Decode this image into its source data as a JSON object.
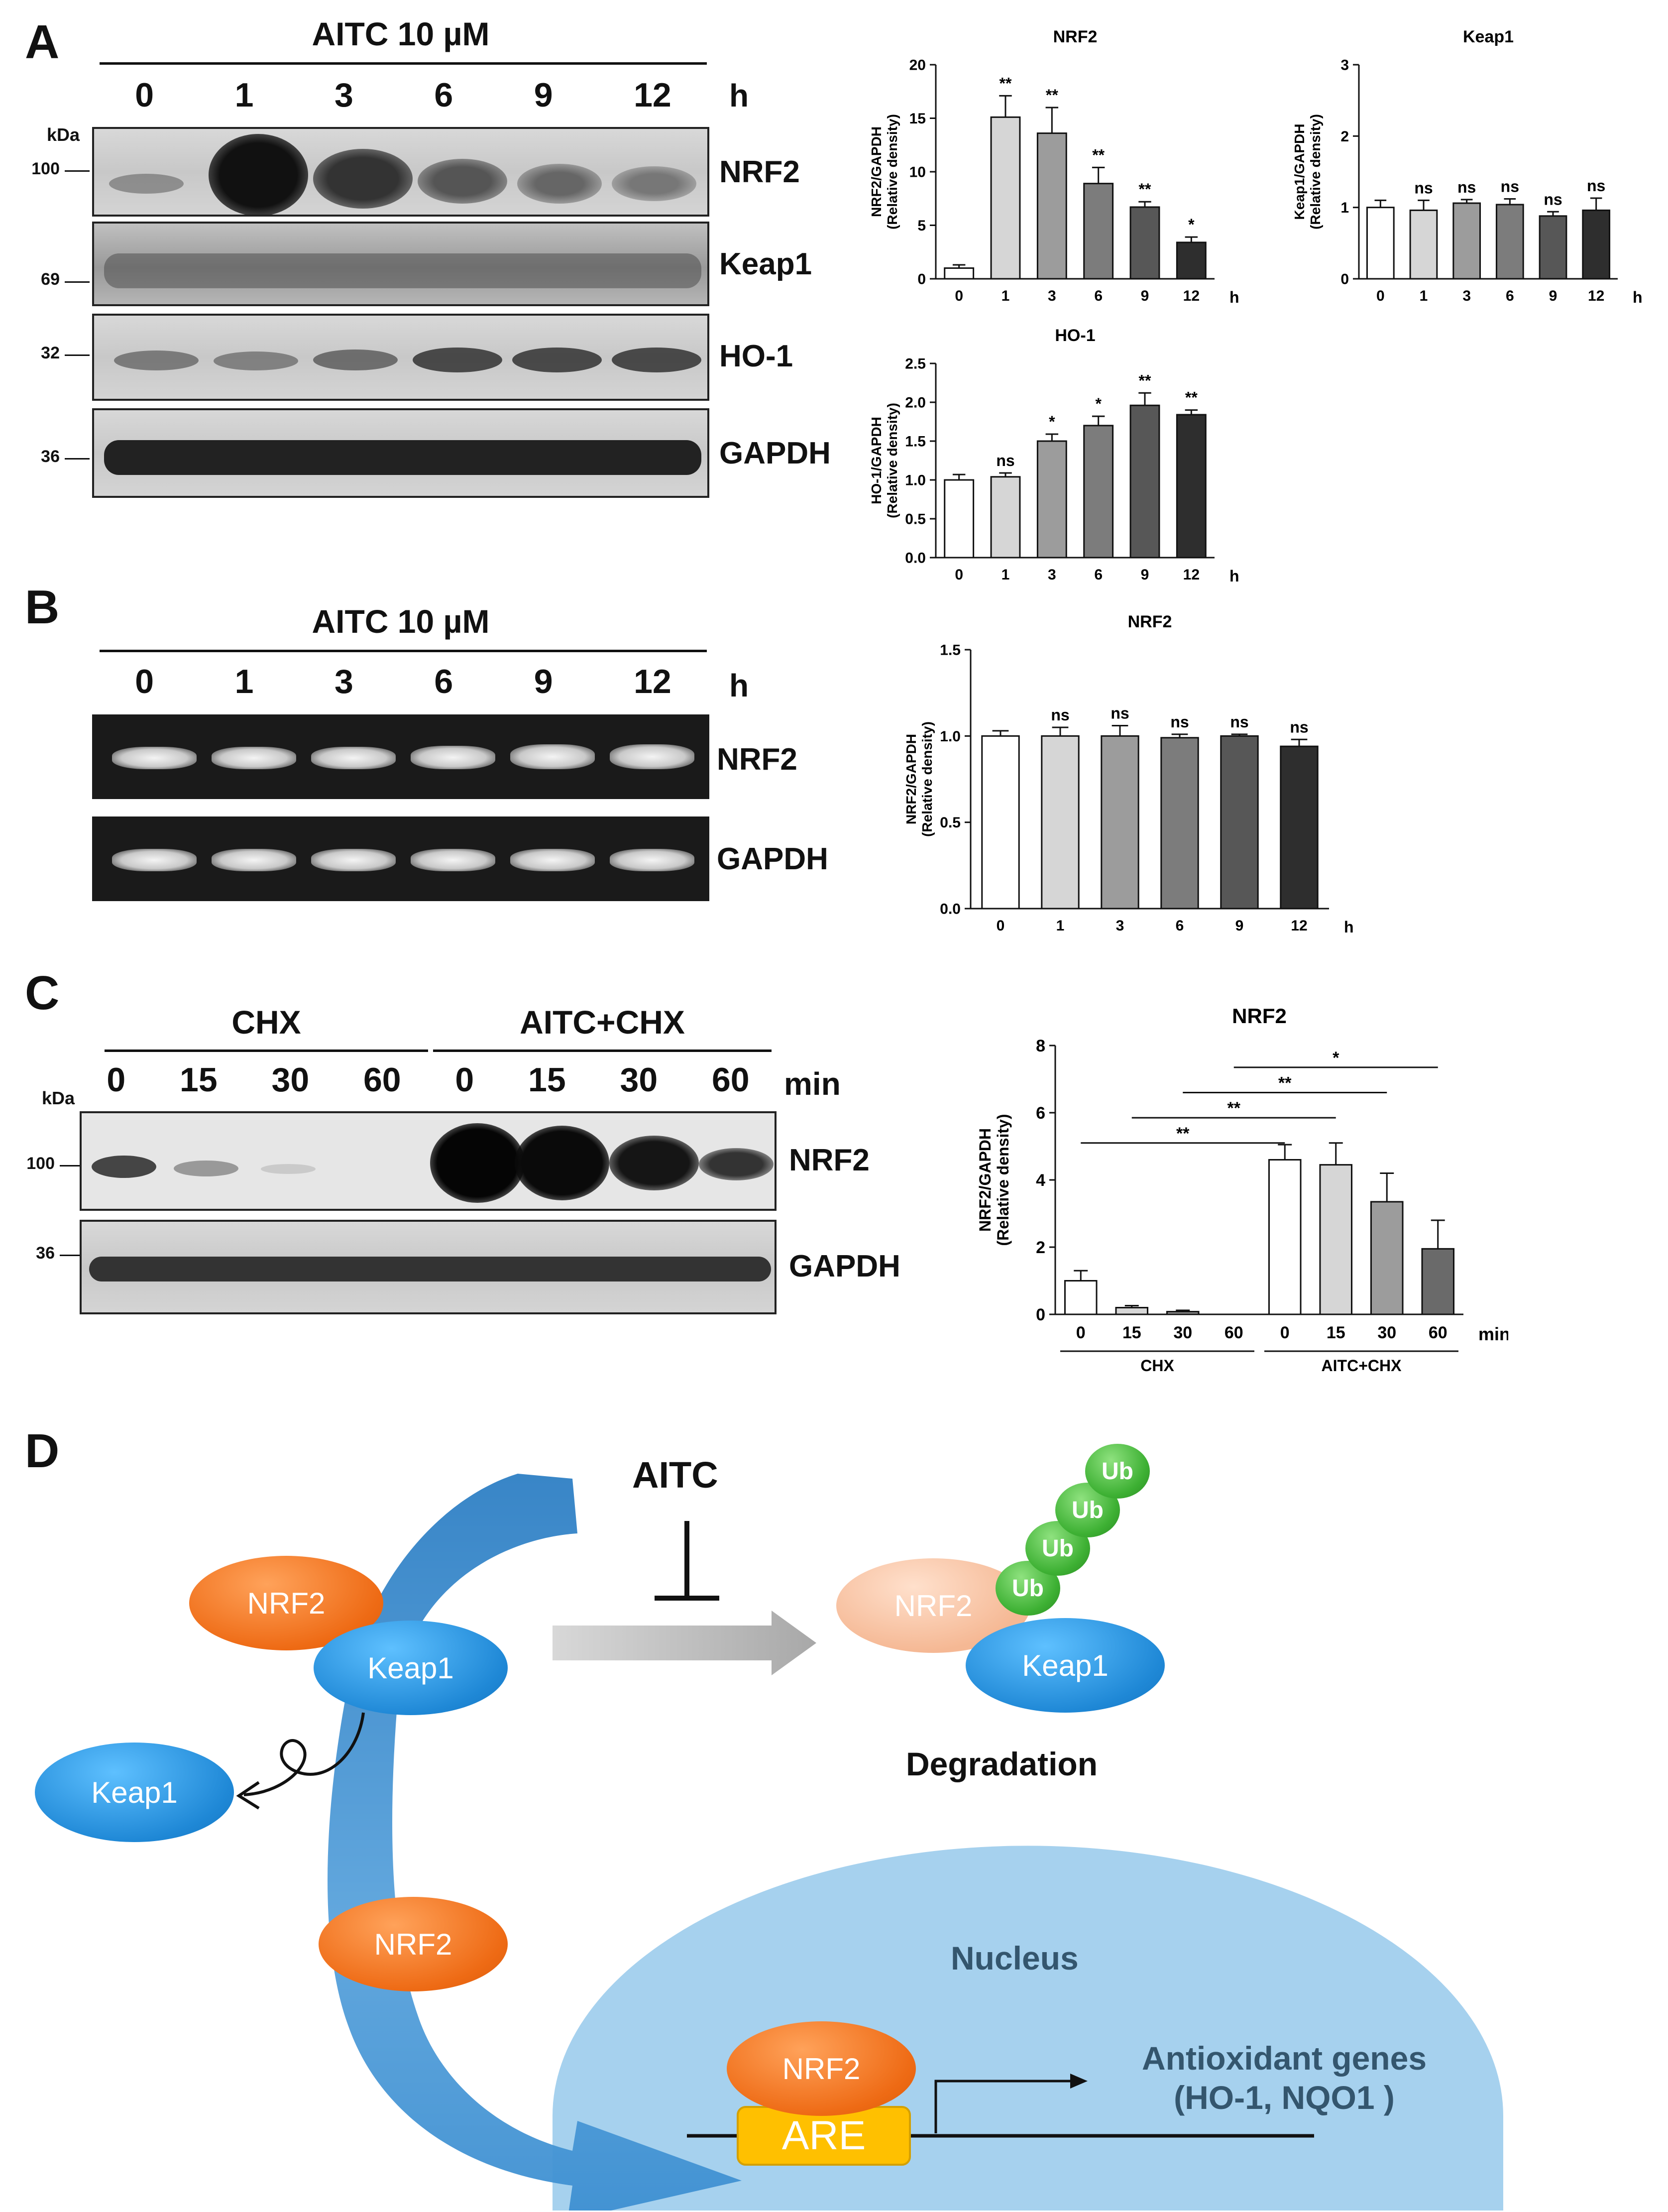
{
  "panels": {
    "a": "A",
    "b": "B",
    "c": "C",
    "d": "D"
  },
  "panel_a": {
    "title": "AITC 10 µM",
    "lanes": [
      "0",
      "1",
      "3",
      "6",
      "9",
      "12"
    ],
    "unit": "h",
    "kda": "kDa",
    "markers": [
      "100",
      "69",
      "32",
      "36"
    ],
    "blots": [
      "NRF2",
      "Keap1",
      "HO-1",
      "GAPDH"
    ]
  },
  "panel_b": {
    "title": "AITC 10 µM",
    "lanes": [
      "0",
      "1",
      "3",
      "6",
      "9",
      "12"
    ],
    "unit": "h",
    "gels": [
      "NRF2",
      "GAPDH"
    ]
  },
  "panel_c": {
    "group1": "CHX",
    "group2": "AITC+CHX",
    "lanes": [
      "0",
      "15",
      "30",
      "60",
      "0",
      "15",
      "30",
      "60"
    ],
    "unit": "min",
    "kda": "kDa",
    "markers": [
      "100",
      "36"
    ],
    "blots": [
      "NRF2",
      "GAPDH"
    ]
  },
  "panel_d": {
    "aitc": "AITC",
    "nrf2": "NRF2",
    "keap1": "Keap1",
    "ub": "Ub",
    "degradation": "Degradation",
    "nucleus": "Nucleus",
    "are": "ARE",
    "genes_line1": "Antioxidant genes",
    "genes_line2": "(HO-1, NQO1 )"
  },
  "chart_data": [
    {
      "type": "bar",
      "title": "NRF2",
      "ylabel": "NRF2/GAPDH (Relative density)",
      "xunit": "h",
      "categories": [
        "0",
        "1",
        "3",
        "6",
        "9",
        "12"
      ],
      "values": [
        1.0,
        15.1,
        13.6,
        8.9,
        6.7,
        3.4
      ],
      "errors": [
        0.3,
        2.0,
        2.4,
        1.5,
        0.5,
        0.5
      ],
      "significance": [
        "",
        "**",
        "**",
        "**",
        "**",
        "*"
      ],
      "ylim": [
        0,
        20
      ],
      "yticks": [
        "0",
        "5",
        "10",
        "15",
        "20"
      ],
      "colors": [
        "#ffffff",
        "#d6d6d6",
        "#9c9c9c",
        "#7c7c7c",
        "#575757",
        "#2e2e2e"
      ]
    },
    {
      "type": "bar",
      "title": "Keap1",
      "ylabel": "Keap1/GAPDH (Relative density)",
      "xunit": "h",
      "categories": [
        "0",
        "1",
        "3",
        "6",
        "9",
        "12"
      ],
      "values": [
        1.0,
        0.96,
        1.06,
        1.04,
        0.88,
        0.96
      ],
      "errors": [
        0.1,
        0.14,
        0.05,
        0.08,
        0.06,
        0.17
      ],
      "significance": [
        "",
        "ns",
        "ns",
        "ns",
        "ns",
        "ns"
      ],
      "ylim": [
        0,
        3
      ],
      "yticks": [
        "0",
        "1",
        "2",
        "3"
      ],
      "colors": [
        "#ffffff",
        "#d6d6d6",
        "#9c9c9c",
        "#7c7c7c",
        "#575757",
        "#2e2e2e"
      ]
    },
    {
      "type": "bar",
      "title": "HO-1",
      "ylabel": "HO-1/GAPDH (Relative density)",
      "xunit": "h",
      "categories": [
        "0",
        "1",
        "3",
        "6",
        "9",
        "12"
      ],
      "values": [
        1.0,
        1.04,
        1.5,
        1.7,
        1.96,
        1.84
      ],
      "errors": [
        0.07,
        0.05,
        0.09,
        0.12,
        0.16,
        0.06
      ],
      "significance": [
        "",
        "ns",
        "*",
        "*",
        "**",
        "**"
      ],
      "ylim": [
        0,
        2.5
      ],
      "yticks": [
        "0.0",
        "0.5",
        "1.0",
        "1.5",
        "2.0",
        "2.5"
      ],
      "colors": [
        "#ffffff",
        "#d6d6d6",
        "#9c9c9c",
        "#7c7c7c",
        "#575757",
        "#2e2e2e"
      ]
    },
    {
      "type": "bar",
      "title": "NRF2",
      "ylabel": "NRF2/GAPDH (Relative density)",
      "xunit": "h",
      "categories": [
        "0",
        "1",
        "3",
        "6",
        "9",
        "12"
      ],
      "values": [
        1.0,
        1.0,
        1.0,
        0.99,
        1.0,
        0.94
      ],
      "errors": [
        0.03,
        0.05,
        0.06,
        0.02,
        0.01,
        0.04
      ],
      "significance": [
        "",
        "ns",
        "ns",
        "ns",
        "ns",
        "ns"
      ],
      "ylim": [
        0,
        1.5
      ],
      "yticks": [
        "0.0",
        "0.5",
        "1.0",
        "1.5"
      ],
      "colors": [
        "#ffffff",
        "#d6d6d6",
        "#9c9c9c",
        "#7c7c7c",
        "#575757",
        "#2e2e2e"
      ]
    },
    {
      "type": "bar",
      "title": "NRF2",
      "ylabel": "NRF2/GAPDH (Relative density)",
      "xunit": "min",
      "categories": [
        "0",
        "15",
        "30",
        "60",
        "0",
        "15",
        "30",
        "60"
      ],
      "groups": [
        "CHX",
        "AITC+CHX"
      ],
      "values": [
        1.0,
        0.2,
        0.08,
        0.0,
        4.6,
        4.45,
        3.35,
        1.95
      ],
      "errors": [
        0.3,
        0.06,
        0.04,
        0.0,
        0.45,
        0.65,
        0.85,
        0.85
      ],
      "significance": [
        "",
        "",
        "",
        "",
        "",
        "",
        "",
        ""
      ],
      "brackets": [
        {
          "from": 0,
          "to": 4,
          "label": "**"
        },
        {
          "from": 1,
          "to": 5,
          "label": "**"
        },
        {
          "from": 2,
          "to": 6,
          "label": "**"
        },
        {
          "from": 3,
          "to": 7,
          "label": "*"
        }
      ],
      "ylim": [
        0,
        8
      ],
      "yticks": [
        "0",
        "2",
        "4",
        "6",
        "8"
      ],
      "colors": [
        "#ffffff",
        "#d6d6d6",
        "#9c9c9c",
        "#6a6a6a",
        "#ffffff",
        "#d6d6d6",
        "#9c9c9c",
        "#6a6a6a"
      ]
    }
  ]
}
